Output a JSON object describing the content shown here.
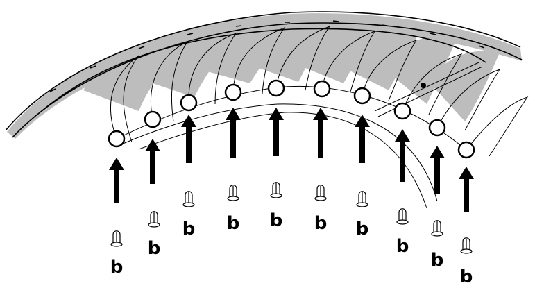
{
  "diagram": {
    "kind": "assembly-instruction",
    "part_label": "b",
    "attachment_count": 10,
    "icons": {
      "part": "push-rivet-icon",
      "direction": "up-arrow-icon",
      "target": "attachment-ring-icon"
    },
    "colors": {
      "line": "#000000",
      "shadow": "#bdbdbd",
      "background": "#ffffff"
    }
  }
}
